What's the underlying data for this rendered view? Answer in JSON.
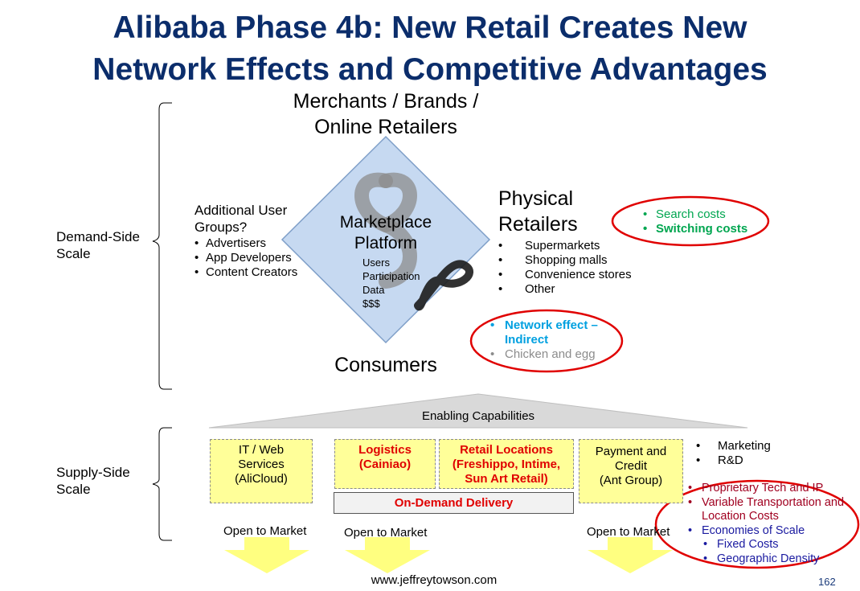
{
  "title": {
    "line1": "Alibaba Phase 4b: New Retail Creates New",
    "line2": "Network Effects and Competitive Advantages"
  },
  "merchants": {
    "line1": "Merchants / Brands /",
    "line2": "Online Retailers"
  },
  "consumers": "Consumers",
  "platform": {
    "line1": "Marketplace",
    "line2": "Platform",
    "items": [
      "Users",
      "Participation",
      "Data",
      "$$$"
    ]
  },
  "additional_groups": {
    "line1": "Additional User",
    "line2": "Groups?",
    "items": [
      "Advertisers",
      "App Developers",
      "Content Creators"
    ]
  },
  "physical_retailers": {
    "line1": "Physical",
    "line2": "Retailers",
    "items": [
      "Supermarkets",
      "Shopping malls",
      "Convenience stores",
      "Other"
    ]
  },
  "search_oval": {
    "item1": "Search costs",
    "item2": "Switching costs"
  },
  "network_oval": {
    "item1_line1": "Network effect –",
    "item1_line2": "Indirect",
    "item2": "Chicken and egg"
  },
  "demand_side": {
    "line1": "Demand-Side",
    "line2": "Scale"
  },
  "supply_side": {
    "line1": "Supply-Side",
    "line2": "Scale"
  },
  "enabling": "Enabling Capabilities",
  "boxes": {
    "it": {
      "line1": "IT / Web",
      "line2": "Services",
      "line3": "(AliCloud)"
    },
    "logistics": {
      "line1": "Logistics",
      "line2": "(Cainiao)"
    },
    "retail": {
      "line1": "Retail Locations",
      "line2": "(Freshippo, Intime,",
      "line3": "Sun Art Retail)"
    },
    "payment": {
      "line1": "Payment and",
      "line2": "Credit",
      "line3": "(Ant Group)"
    }
  },
  "on_demand": "On-Demand Delivery",
  "open_market": "Open to Market",
  "marketing_list": [
    "Marketing",
    "R&D"
  ],
  "advantages": {
    "items_red": [
      "Proprietary Tech and IP"
    ],
    "variable_line1": "Variable Transportation and",
    "variable_line2": "Location Costs",
    "economies": "Economies of Scale",
    "sub_items": [
      "Fixed Costs",
      "Geographic Density"
    ]
  },
  "footer": {
    "url": "www.jeffreytowson.com",
    "page": "162"
  },
  "colors": {
    "title": "#0b2d6b",
    "diamond": "#c6d9f1",
    "box": "#ffff99",
    "red": "#e00000",
    "green": "#00a650",
    "blue": "#00a0e0",
    "navy": "#1a1aa0",
    "darkred": "#a00020"
  }
}
